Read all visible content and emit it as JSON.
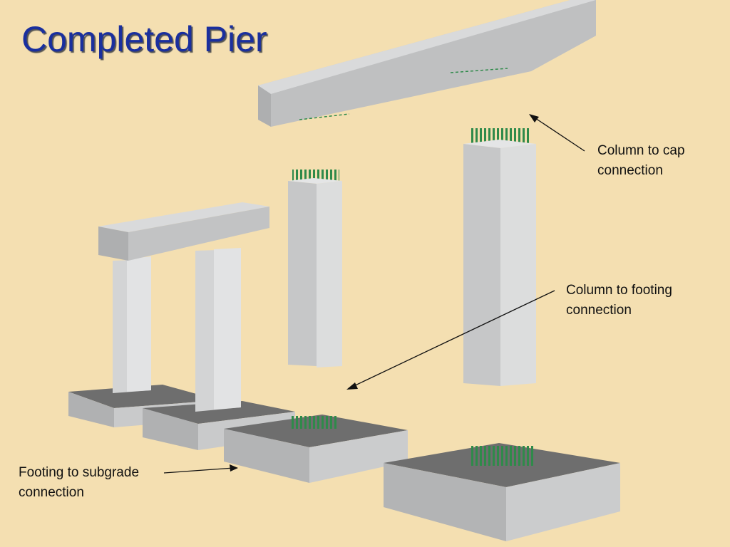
{
  "slide": {
    "title": "Completed Pier"
  },
  "labels": {
    "column_to_cap": {
      "line1": "Column to cap",
      "line2": "connection"
    },
    "column_to_footing": {
      "line1": "Column to footing",
      "line2": "connection"
    },
    "footing_to_subgrade": {
      "line1": "Footing to subgrade",
      "line2": "connection"
    }
  },
  "colors": {
    "background": "#f4dfb1",
    "title": "#1a2f9e",
    "concrete_light": "#d7d8d9",
    "concrete_mid": "#b9babb",
    "concrete_dark": "#9a9b9c",
    "footing_top": "#6e6e6e",
    "rebar": "#2f8a4a"
  }
}
